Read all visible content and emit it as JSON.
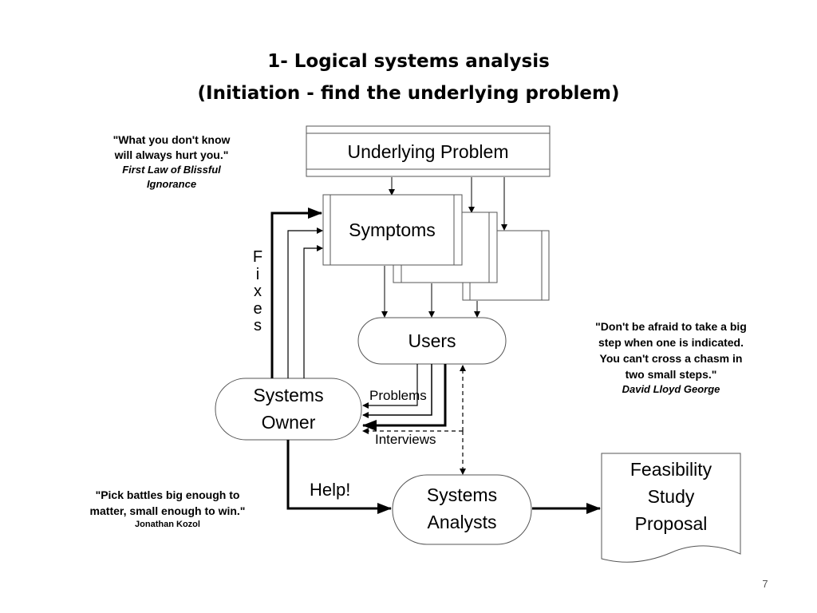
{
  "title": {
    "line1": "1- Logical systems analysis",
    "line2": "(Initiation - find the underlying problem)"
  },
  "quotes": {
    "top_left": {
      "lines": [
        "\"What you don't know",
        "will always hurt you.\""
      ],
      "author_lines": [
        "First Law of Blissful",
        "Ignorance"
      ]
    },
    "right": {
      "lines": [
        "\"Don't be afraid to take a big",
        "step when one is indicated.",
        "You can't cross a chasm in",
        "two small steps.\""
      ],
      "author_lines": [
        "David Lloyd George"
      ]
    },
    "bottom_left": {
      "lines": [
        "\"Pick battles big enough to",
        "matter, small enough to win.\""
      ],
      "author_lines": [
        "Jonathan Kozol"
      ]
    }
  },
  "boxes": {
    "underlying_problem": "Underlying Problem",
    "symptoms": "Symptoms",
    "users": "Users",
    "systems_owner": [
      "Systems",
      "Owner"
    ],
    "systems_analysts": [
      "Systems",
      "Analysts"
    ],
    "feasibility": [
      "Feasibility",
      "Study",
      "Proposal"
    ]
  },
  "labels": {
    "fixes": [
      "F",
      "i",
      "x",
      "e",
      "s"
    ],
    "problems": "Problems",
    "interviews": "Interviews",
    "help": "Help!"
  },
  "page_number": "7"
}
